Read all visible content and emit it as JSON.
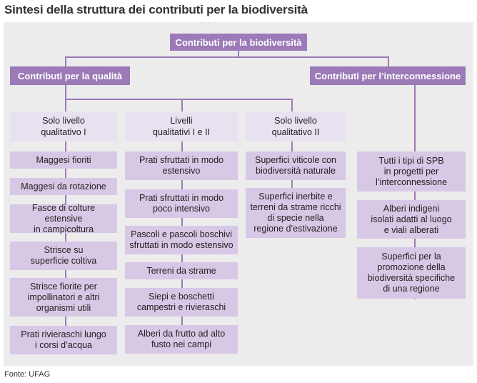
{
  "title": "Sintesi della struttura dei contributi per la biodiversità",
  "root": "Contributi per la biodiversità",
  "branches": {
    "quality": "Contributi per la qualità",
    "interconnection": "Contributi per l’interconnessione"
  },
  "columns": [
    {
      "header": [
        "Solo livello",
        "qualitativo I"
      ],
      "items": [
        [
          "Maggesi fioriti"
        ],
        [
          "Maggesi da rotazione"
        ],
        [
          "Fasce di colture estensive",
          "in campicoltura"
        ],
        [
          "Strisce su",
          "superficie coltiva"
        ],
        [
          "Strisce fiorite per",
          "impollinatori e altri",
          "organismi utili"
        ],
        [
          "Prati rivieraschi lungo",
          "i corsi d’acqua"
        ]
      ]
    },
    {
      "header": [
        "Livelli",
        "qualitativi I e II"
      ],
      "items": [
        [
          "Prati sfruttati in modo",
          "estensivo"
        ],
        [
          "Prati sfruttati in modo",
          "poco intensivo"
        ],
        [
          "Pascoli e pascoli boschivi",
          "sfruttati in modo estensivo"
        ],
        [
          "Terreni da strame"
        ],
        [
          "Siepi e boschetti",
          "campestri e rivieraschi"
        ],
        [
          "Alberi da frutto ad alto",
          "fusto nei campi"
        ]
      ]
    },
    {
      "header": [
        "Solo livello",
        "qualitativo II"
      ],
      "items": [
        [
          "Superfici viticole con",
          "biodiversità naturale"
        ],
        [
          "Superfici inerbite e",
          "terreni da strame ricchi",
          "di specie nella",
          "regione d’estivazione"
        ]
      ]
    },
    {
      "header": [],
      "items": [
        [
          "Tutti i tipi di SPB",
          "in progetti per",
          "l’interconnessione"
        ],
        [
          "Alberi indigeni",
          "isolati adatti al luogo",
          "e viali alberati"
        ],
        [
          "Superfici per la",
          "promozione della",
          "biodiversità specifiche",
          "di una regione"
        ]
      ]
    }
  ],
  "source": "Fonte: UFAG",
  "colors": {
    "dark": "#9b7ab7",
    "light": "#d7c8e6",
    "header": "#e8e1f0",
    "panel": "#ececec"
  }
}
